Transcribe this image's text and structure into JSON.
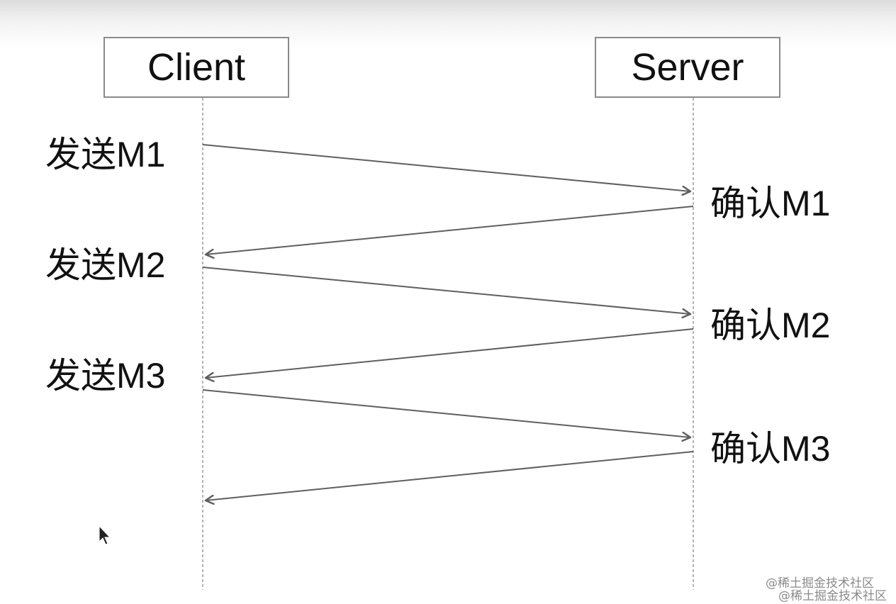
{
  "actors": {
    "client": "Client",
    "server": "Server"
  },
  "messages": [
    {
      "send": "发送M1",
      "ack": "确认M1"
    },
    {
      "send": "发送M2",
      "ack": "确认M2"
    },
    {
      "send": "发送M3",
      "ack": "确认M3"
    }
  ],
  "watermark": "@稀土掘金技术社区",
  "colors": {
    "line": "#5f5f5f",
    "lifeline": "#9a9a9a",
    "box_border": "#8a8a8a",
    "text": "#111111"
  }
}
